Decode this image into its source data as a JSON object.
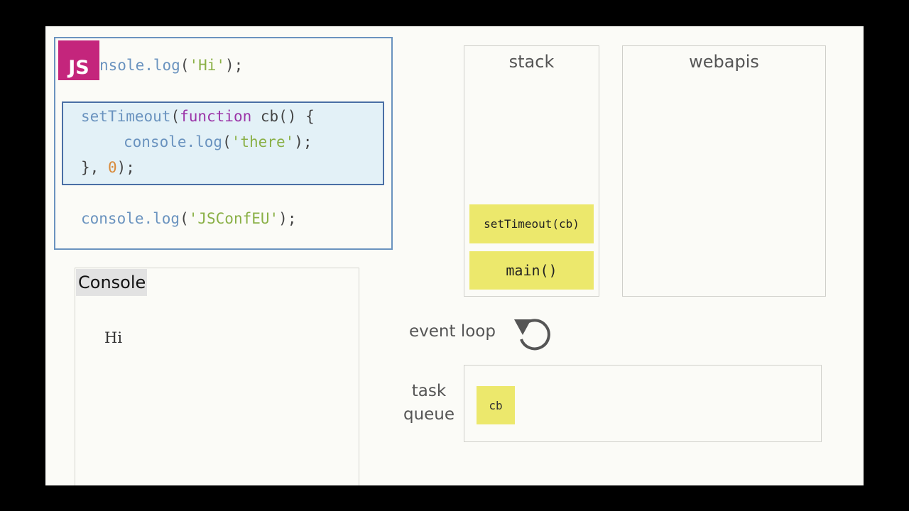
{
  "code": {
    "badge": "JS",
    "line1": {
      "fn": "nsole.log",
      "open": "(",
      "str": "'Hi'",
      "close": ");"
    },
    "line2": {
      "fn": "setTimeout",
      "open": "(",
      "kw": "function",
      "name": " cb() {"
    },
    "line3": {
      "fn": "console.log",
      "open": "(",
      "str": "'there'",
      "close": ");"
    },
    "line4": {
      "pre": "}, ",
      "num": "0",
      "close": ");"
    },
    "line5": {
      "fn": "console.log",
      "open": "(",
      "str": "'JSConfEU'",
      "close": ");"
    }
  },
  "console": {
    "title": "Console",
    "output": [
      "Hi"
    ]
  },
  "stack": {
    "title": "stack",
    "frames": [
      "setTimeout(cb)",
      "main()"
    ]
  },
  "webapis": {
    "title": "webapis"
  },
  "event_loop": {
    "label": "event loop",
    "icon": "refresh-icon"
  },
  "task_queue": {
    "label_line1": "task",
    "label_line2": "queue",
    "items": [
      "cb"
    ]
  },
  "colors": {
    "highlight": "#ece86c",
    "js_badge": "#c4257c",
    "code_border": "#6a93bf"
  }
}
